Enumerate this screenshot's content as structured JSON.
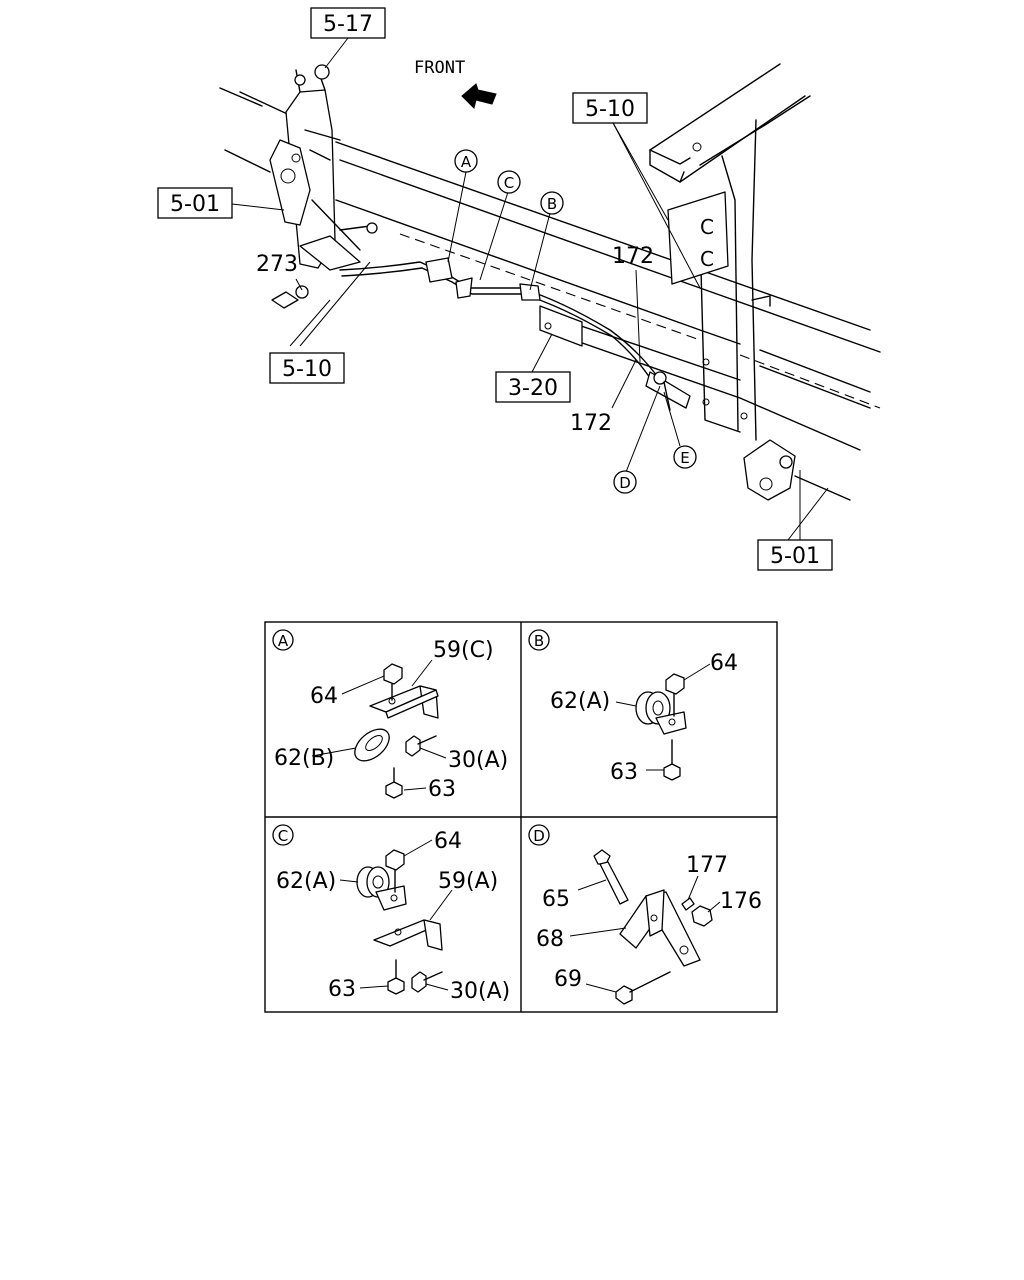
{
  "direction_label": "FRONT",
  "ref_boxes": {
    "b517": "5-17",
    "b510_top": "5-10",
    "b501_left": "5-01",
    "b510_left": "5-10",
    "b320": "3-20",
    "b501_bottom": "5-01"
  },
  "main_callouts": {
    "a": "A",
    "b": "B",
    "c": "C",
    "d": "D",
    "e": "E",
    "p273": "273",
    "p172_top": "172",
    "p172_bottom": "172"
  },
  "detail_panels": {
    "A": {
      "key": "A",
      "labels": {
        "l59": "59(C)",
        "l64": "64",
        "l62": "62(B)",
        "l30": "30(A)",
        "l63": "63"
      }
    },
    "B": {
      "key": "B",
      "labels": {
        "l64": "64",
        "l62": "62(A)",
        "l63": "63"
      }
    },
    "C": {
      "key": "C",
      "labels": {
        "l64": "64",
        "l62": "62(A)",
        "l59": "59(A)",
        "l63": "63",
        "l30": "30(A)"
      }
    },
    "D": {
      "key": "D",
      "labels": {
        "l177": "177",
        "l65": "65",
        "l176": "176",
        "l68": "68",
        "l69": "69"
      }
    }
  }
}
